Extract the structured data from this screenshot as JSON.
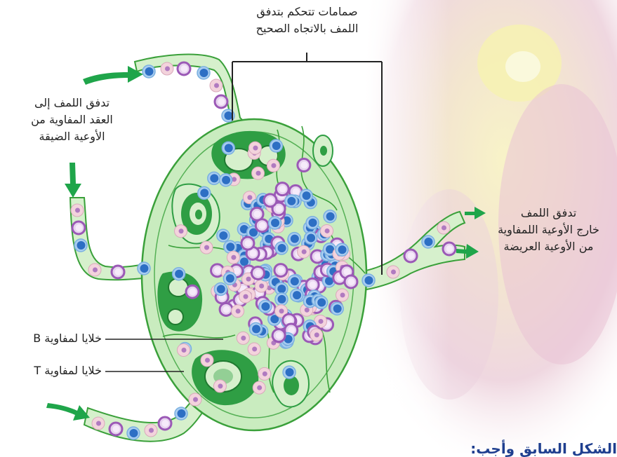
{
  "labels": {
    "valves_line1": "صمامات تتحكم بتدفق",
    "valves_line2": "اللمف بالاتجاه الصحيح",
    "inflow_line1": "تدفق اللمف إلى",
    "inflow_line2": "العقد المفاوية من",
    "inflow_line3": "الأوعية الضيقة",
    "outflow_line1": "تدفق اللمف",
    "outflow_line2": "خارج الأوعية اللمفاوية",
    "outflow_line3": "من الأوعية العريضة",
    "b_cells": "خلايا لمفاوية B",
    "t_cells": "خلايا لمفاوية T",
    "bottom_fragment": "الشكل السابق وأجب:"
  },
  "colors": {
    "arrow": "#1fa54a",
    "vessel_fill": "#d6f0cc",
    "vessel_stroke": "#3aa03a",
    "node_fill": "#c9ecbf",
    "follicle_dark": "#2f9e44",
    "b_cell": "#9b59b6",
    "t_cell": "#2d6fc4",
    "pink_cell": "#f3d3dc",
    "cell_outline": "#7ab0e0"
  }
}
